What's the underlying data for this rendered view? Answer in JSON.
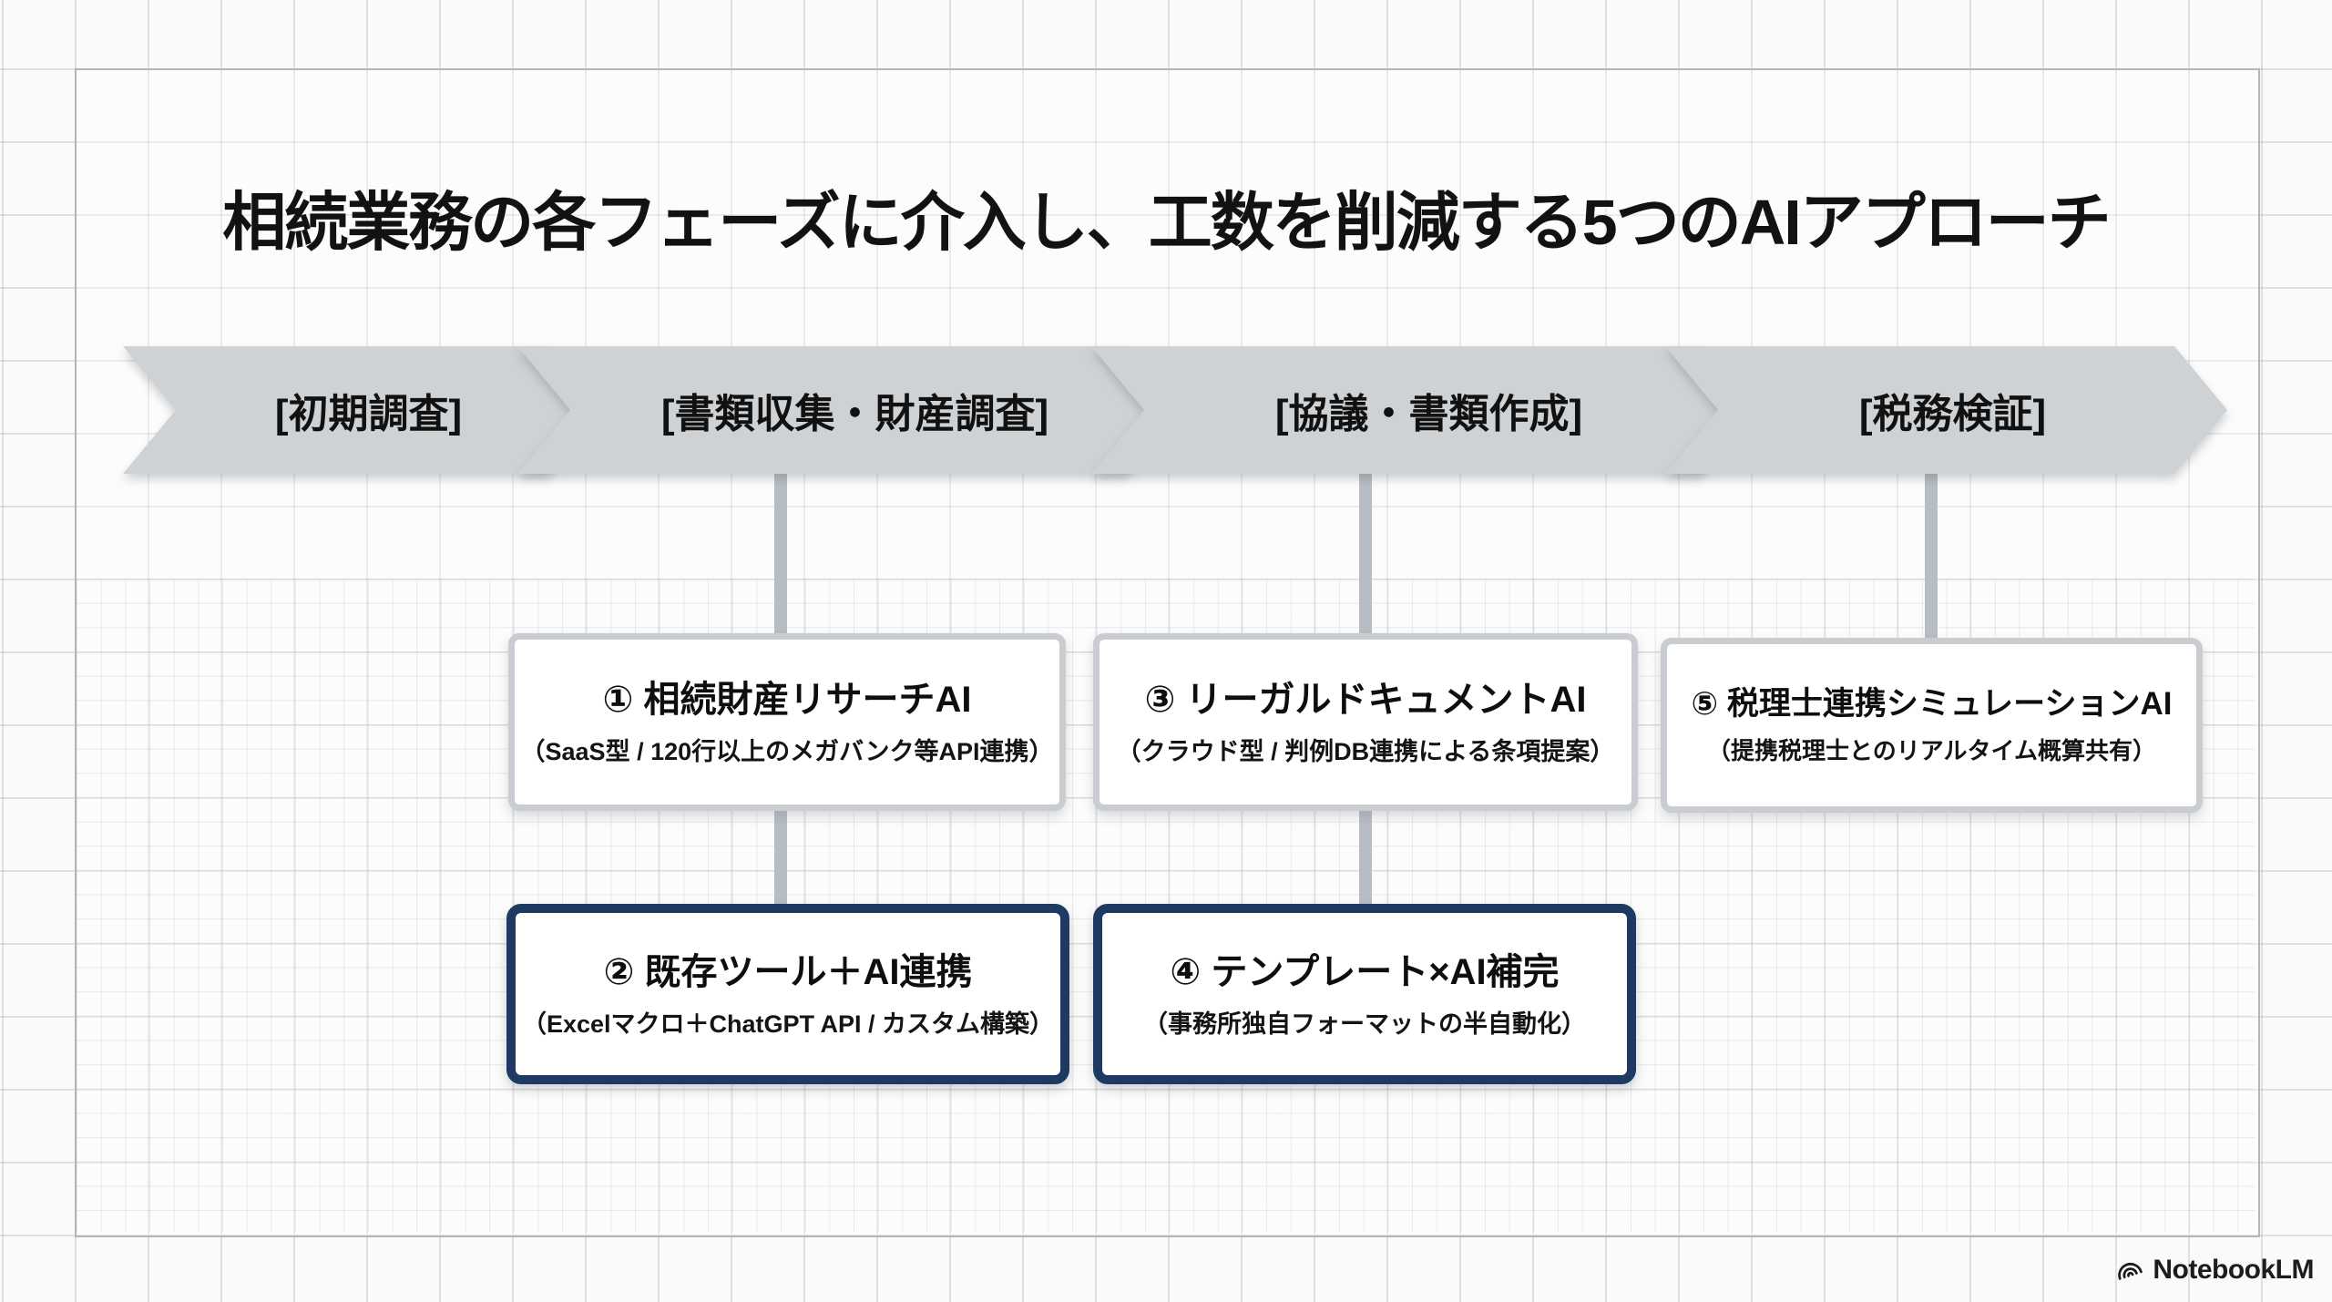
{
  "title": "相続業務の各フェーズに介入し、工数を削減する5つのAIアプローチ",
  "phases": [
    {
      "label": "[初期調査]"
    },
    {
      "label": "[書類収集・財産調査]"
    },
    {
      "label": "[協議・書類作成]"
    },
    {
      "label": "[税務検証]"
    }
  ],
  "approaches": [
    {
      "title": "① 相続財産リサーチAI",
      "subtitle": "（SaaS型 / 120行以上のメガバンク等API連携）",
      "highlight": false
    },
    {
      "title": "② 既存ツール＋AI連携",
      "subtitle": "（Excelマクロ＋ChatGPT API / カスタム構築）",
      "highlight": true
    },
    {
      "title": "③ リーガルドキュメントAI",
      "subtitle": "（クラウド型 / 判例DB連携による条項提案）",
      "highlight": false
    },
    {
      "title": "④ テンプレート×AI補完",
      "subtitle": "（事務所独自フォーマットの半自動化）",
      "highlight": true
    },
    {
      "title": "⑤ 税理士連携シミュレーションAI",
      "subtitle": "（提携税理士とのリアルタイム概算共有）",
      "highlight": false
    }
  ],
  "footer": {
    "brand": "NotebookLM"
  },
  "colors": {
    "navy": "#1e3a63",
    "arrow": "#cfd2d5",
    "connector": "#b7bdc4",
    "ink": "#131313"
  }
}
